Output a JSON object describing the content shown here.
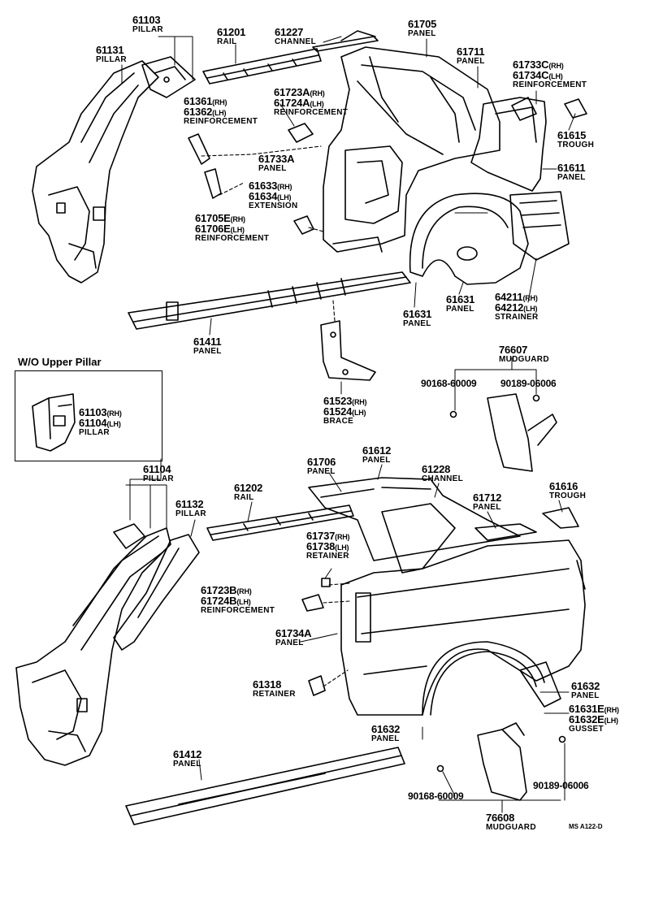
{
  "inset": {
    "title": "W/O Upper Pillar"
  },
  "drawing_code": "MS A122-D",
  "labels": {
    "p61103": {
      "num": "61103",
      "name": "PILLAR"
    },
    "p61131": {
      "num": "61131",
      "name": "PILLAR"
    },
    "p61201": {
      "num": "61201",
      "name": "RAIL"
    },
    "p61227": {
      "num": "61227",
      "name": "CHANNEL"
    },
    "p61705": {
      "num": "61705",
      "name": "PANEL"
    },
    "p61711": {
      "num": "61711",
      "name": "PANEL"
    },
    "p61733c": {
      "num1": "61733C",
      "sfx1": "(RH)",
      "num2": "61734C",
      "sfx2": "(LH)",
      "name": "REINFORCEMENT"
    },
    "p61723a": {
      "num1": "61723A",
      "sfx1": "(RH)",
      "num2": "61724A",
      "sfx2": "(LH)",
      "name": "REINFORCEMENT"
    },
    "p61361": {
      "num1": "61361",
      "sfx1": "(RH)",
      "num2": "61362",
      "sfx2": "(LH)",
      "name": "REINFORCEMENT"
    },
    "p61615": {
      "num": "61615",
      "name": "TROUGH"
    },
    "p61733a": {
      "num": "61733A",
      "name": "PANEL"
    },
    "p61611": {
      "num": "61611",
      "name": "PANEL"
    },
    "p61633": {
      "num1": "61633",
      "sfx1": "(RH)",
      "num2": "61634",
      "sfx2": "(LH)",
      "name": "EXTENSION"
    },
    "p61705e": {
      "num1": "61705E",
      "sfx1": "(RH)",
      "num2": "61706E",
      "sfx2": "(LH)",
      "name": "REINFORCEMENT"
    },
    "p61631a": {
      "num": "61631",
      "name": "PANEL"
    },
    "p61631b": {
      "num": "61631",
      "name": "PANEL"
    },
    "p64211": {
      "num1": "64211",
      "sfx1": "(RH)",
      "num2": "64212",
      "sfx2": "(LH)",
      "name": "STRAINER"
    },
    "p61411": {
      "num": "61411",
      "name": "PANEL"
    },
    "p76607": {
      "num": "76607",
      "name": "MUDGUARD"
    },
    "p90168a": {
      "num": "90168-60009"
    },
    "p90189a": {
      "num": "90189-06006"
    },
    "p61523": {
      "num1": "61523",
      "sfx1": "(RH)",
      "num2": "61524",
      "sfx2": "(LH)",
      "name": "BRACE"
    },
    "pInset": {
      "num1": "61103",
      "sfx1": "(RH)",
      "num2": "61104",
      "sfx2": "(LH)",
      "name": "PILLAR"
    },
    "p61104": {
      "num": "61104",
      "name": "PILLAR"
    },
    "p61132": {
      "num": "61132",
      "name": "PILLAR"
    },
    "p61202": {
      "num": "61202",
      "name": "RAIL"
    },
    "p61706": {
      "num": "61706",
      "name": "PANEL"
    },
    "p61612": {
      "num": "61612",
      "name": "PANEL"
    },
    "p61228": {
      "num": "61228",
      "name": "CHANNEL"
    },
    "p61712": {
      "num": "61712",
      "name": "PANEL"
    },
    "p61616": {
      "num": "61616",
      "name": "TROUGH"
    },
    "p61737": {
      "num1": "61737",
      "sfx1": "(RH)",
      "num2": "61738",
      "sfx2": "(LH)",
      "name": "RETAINER"
    },
    "p61723b": {
      "num1": "61723B",
      "sfx1": "(RH)",
      "num2": "61724B",
      "sfx2": "(LH)",
      "name": "REINFORCEMENT"
    },
    "p61734a": {
      "num": "61734A",
      "name": "PANEL"
    },
    "p61318": {
      "num": "61318",
      "name": "RETAINER"
    },
    "p61632a": {
      "num": "61632",
      "name": "PANEL"
    },
    "p61631e": {
      "num1": "61631E",
      "sfx1": "(RH)",
      "num2": "61632E",
      "sfx2": "(LH)",
      "name": "GUSSET"
    },
    "p61632b": {
      "num": "61632",
      "name": "PANEL"
    },
    "p61412": {
      "num": "61412",
      "name": "PANEL"
    },
    "p90168b": {
      "num": "90168-60009"
    },
    "p90189b": {
      "num": "90189-06006"
    },
    "p76608": {
      "num": "76608",
      "name": "MUDGUARD"
    }
  }
}
